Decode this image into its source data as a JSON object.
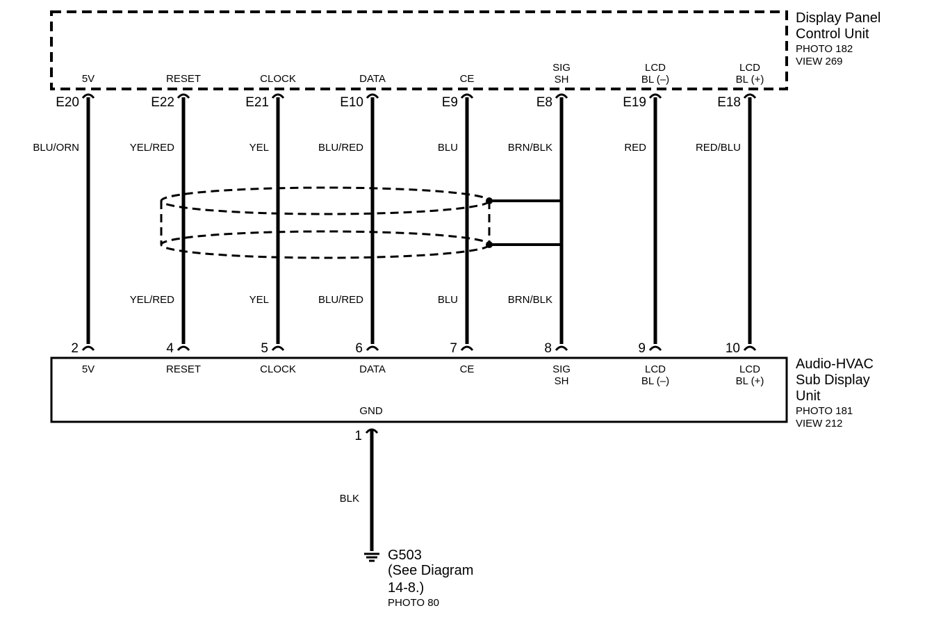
{
  "top_unit": {
    "title": [
      "Display Panel",
      "Control Unit"
    ],
    "photo": "PHOTO 182",
    "view": "VIEW 269"
  },
  "bottom_unit": {
    "title": [
      "Audio-HVAC",
      "Sub Display",
      "Unit"
    ],
    "photo": "PHOTO 181",
    "view": "VIEW 212",
    "gnd_label": "GND"
  },
  "circuits": [
    {
      "id": "5v",
      "top_pin": "E20",
      "bottom_pin": "2",
      "top_name": [
        "5V"
      ],
      "bottom_name": [
        "5V"
      ],
      "top_color": "BLU/ORN",
      "bottom_color": "",
      "shielded": false
    },
    {
      "id": "reset",
      "top_pin": "E22",
      "bottom_pin": "4",
      "top_name": [
        "RESET"
      ],
      "bottom_name": [
        "RESET"
      ],
      "top_color": "YEL/RED",
      "bottom_color": "YEL/RED",
      "shielded": true
    },
    {
      "id": "clock",
      "top_pin": "E21",
      "bottom_pin": "5",
      "top_name": [
        "CLOCK"
      ],
      "bottom_name": [
        "CLOCK"
      ],
      "top_color": "YEL",
      "bottom_color": "YEL",
      "shielded": true
    },
    {
      "id": "data",
      "top_pin": "E10",
      "bottom_pin": "6",
      "top_name": [
        "DATA"
      ],
      "bottom_name": [
        "DATA"
      ],
      "top_color": "BLU/RED",
      "bottom_color": "BLU/RED",
      "shielded": true
    },
    {
      "id": "ce",
      "top_pin": "E9",
      "bottom_pin": "7",
      "top_name": [
        "CE"
      ],
      "bottom_name": [
        "CE"
      ],
      "top_color": "BLU",
      "bottom_color": "BLU",
      "shielded": true
    },
    {
      "id": "sig-sh",
      "top_pin": "E8",
      "bottom_pin": "8",
      "top_name": [
        "SIG",
        "SH"
      ],
      "bottom_name": [
        "SIG",
        "SH"
      ],
      "top_color": "BRN/BLK",
      "bottom_color": "BRN/BLK",
      "shielded": false
    },
    {
      "id": "lcd-bl-neg",
      "top_pin": "E19",
      "bottom_pin": "9",
      "top_name": [
        "LCD",
        "BL (–)"
      ],
      "bottom_name": [
        "LCD",
        "BL (–)"
      ],
      "top_color": "RED",
      "bottom_color": "",
      "shielded": false
    },
    {
      "id": "lcd-bl-pos",
      "top_pin": "E18",
      "bottom_pin": "10",
      "top_name": [
        "LCD",
        "BL (+)"
      ],
      "bottom_name": [
        "LCD",
        "BL (+)"
      ],
      "top_color": "RED/BLU",
      "bottom_color": "",
      "shielded": false
    }
  ],
  "ground": {
    "pin": "1",
    "wire_color": "BLK",
    "ground_id": "G503",
    "ref_lines": [
      "(See Diagram",
      "14-8.)"
    ],
    "photo": "PHOTO 80"
  },
  "colors": {
    "line": "#000000",
    "background": "#ffffff"
  },
  "icons": [
    "ground-symbol-icon",
    "connector-terminal-icon"
  ]
}
